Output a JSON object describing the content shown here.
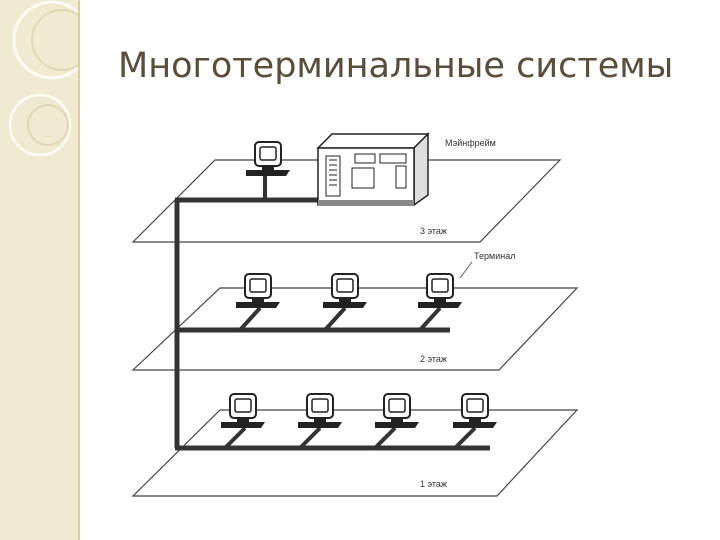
{
  "slide": {
    "title": "Многотерминальные системы"
  },
  "diagram": {
    "mainframe_label": "Мэйнфрейм",
    "terminal_label": "Терминал",
    "floors": [
      {
        "label": "3 этаж",
        "terminals": 1
      },
      {
        "label": "2 этаж",
        "terminals": 3
      },
      {
        "label": "1 этаж",
        "terminals": 4
      }
    ]
  },
  "colors": {
    "panel": "#f1ead2",
    "title": "#5a4d3a",
    "cable": "#333333"
  }
}
